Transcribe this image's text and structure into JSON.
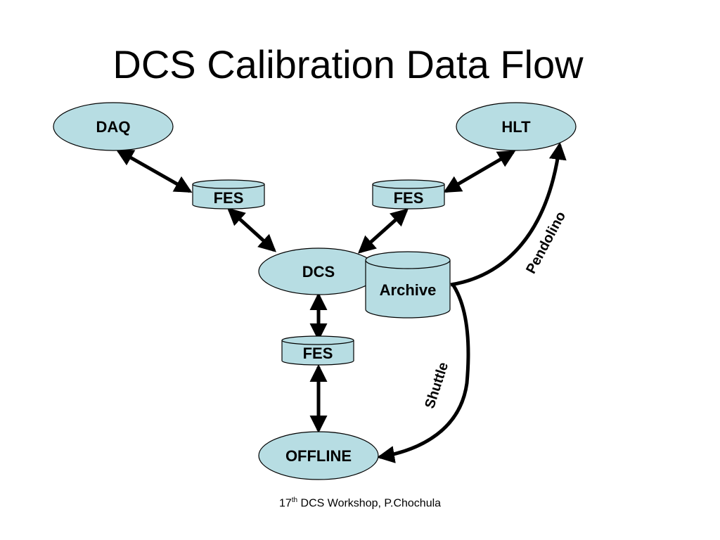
{
  "slide": {
    "title": "DCS Calibration Data Flow",
    "footer": {
      "number": "17",
      "superscript": "th",
      "text": " DCS Workshop, P.Chochula"
    }
  },
  "diagram": {
    "nodes": {
      "daq": "DAQ",
      "hlt": "HLT",
      "fes_left": "FES",
      "fes_right": "FES",
      "dcs": "DCS",
      "archive": "Archive",
      "fes_bottom": "FES",
      "offline": "OFFLINE"
    },
    "edge_labels": {
      "pendolino": "Pendolino",
      "shuttle": "Shuttle"
    },
    "colors": {
      "node_fill": "#b7dde3",
      "stroke": "#000000"
    }
  }
}
